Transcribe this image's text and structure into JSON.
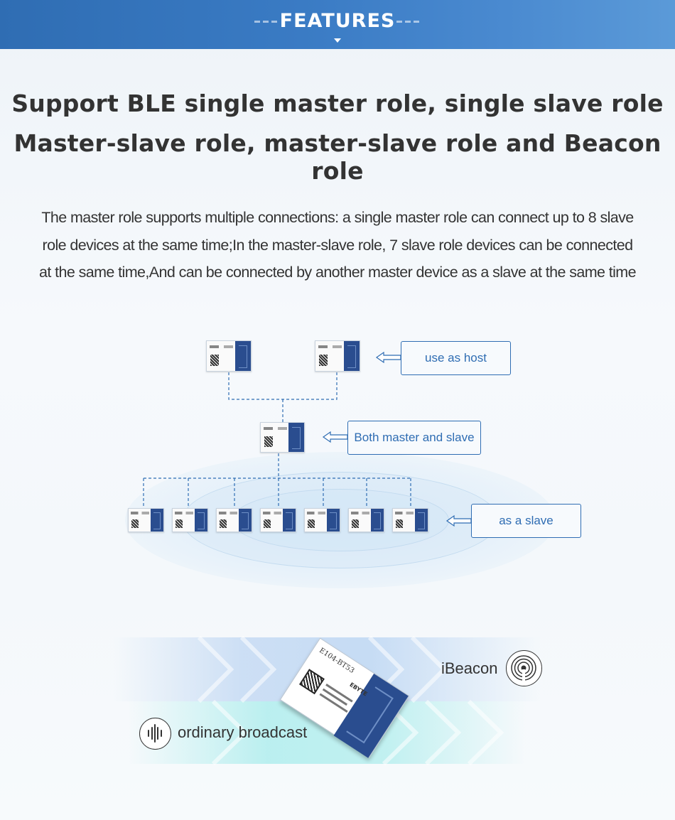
{
  "banner": {
    "title": "FEATURES"
  },
  "headline": {
    "line1": "Support BLE single master role, single slave role",
    "line2": "Master-slave role, master-slave role and Beacon role"
  },
  "intro": {
    "line1": "The master role supports multiple connections: a single master role can connect up to 8 slave",
    "line2": "role devices at the same time;In the master-slave role, 7 slave role devices can be connected",
    "line3": "at the same time,And can be connected by another master device as a slave at the same time"
  },
  "diagram": {
    "host_label": "use as host",
    "master_slave_label": "Both master and slave",
    "slave_label": "as a slave",
    "slave_count": 7
  },
  "broadcast": {
    "ibeacon_label": "iBeacon",
    "ordinary_label": "ordinary broadcast",
    "module_model": "E104-BT53",
    "module_brand": "EBYTE"
  },
  "colors": {
    "banner_blue": "#2f6db3",
    "accent_blue": "#2f6db3",
    "antenna_blue": "#2a4d8f",
    "text_dark": "#333333"
  }
}
